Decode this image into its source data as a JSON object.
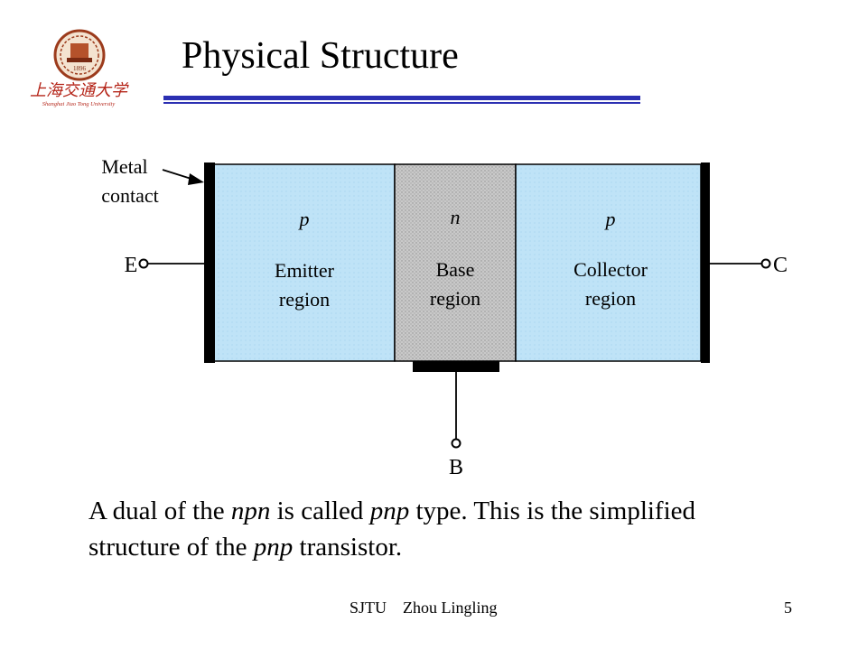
{
  "logo": {
    "name_cn": "上海交通大学",
    "name_en": "Shanghai Jiao Tong University",
    "crest_text": "1896"
  },
  "title": "Physical Structure",
  "diagram": {
    "metal_contact_label_line1": "Metal",
    "metal_contact_label_line2": "contact",
    "emitter": {
      "type": "p",
      "line1": "Emitter",
      "line2": "region",
      "terminal": "E"
    },
    "base": {
      "type": "n",
      "line1": "Base",
      "line2": "region",
      "terminal": "B"
    },
    "collector": {
      "type": "p",
      "line1": "Collector",
      "line2": "region",
      "terminal": "C"
    },
    "colors": {
      "p_region": "#bfe3f7",
      "n_region": "#c7c7c7",
      "contact": "#000000"
    }
  },
  "caption": {
    "part1": "A dual of the ",
    "italic1": "npn",
    "part2": " is called ",
    "italic2": "pnp",
    "part3": " type. This is the simplified structure of the ",
    "italic3": "pnp",
    "part4": " transistor."
  },
  "footer": {
    "left": "SJTU    Zhou Lingling",
    "page_number": "5"
  },
  "accent_color": "#2b2fb2"
}
